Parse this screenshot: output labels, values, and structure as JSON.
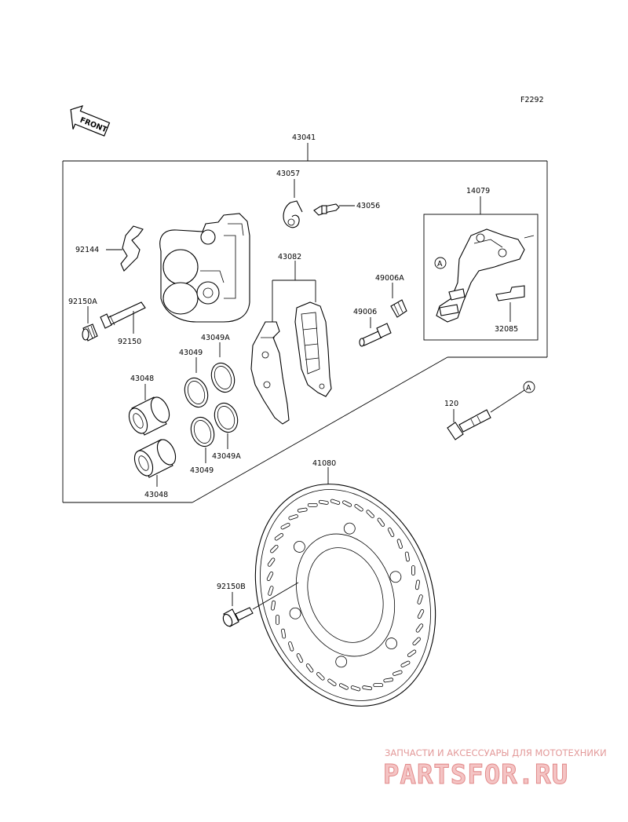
{
  "figure_code": "F2292",
  "front_label": "FRONT",
  "ref_a": "A",
  "labels": {
    "caliper_assy": "43041",
    "bleeder_cap": "43057",
    "bleeder_valve": "43056",
    "bracket": "14079",
    "pad_spring": "92144",
    "pad_set": "43082",
    "boot_a": "49006A",
    "pin": "49006",
    "boot": "92150A",
    "pad_pin": "92150",
    "bracket_pad": "32085",
    "seal_a_1": "43049A",
    "seal_1": "43049",
    "piston_1": "43048",
    "seal_2": "43049",
    "seal_a_2": "43049A",
    "piston_2": "43048",
    "bolt": "120",
    "disc": "41080",
    "disc_bolt": "92150B"
  },
  "watermark": {
    "subtitle": "ЗАПЧАСТИ И АКСЕССУАРЫ ДЛЯ МОТОТЕХНИКИ",
    "brand": "PARTSFOR.RU"
  }
}
